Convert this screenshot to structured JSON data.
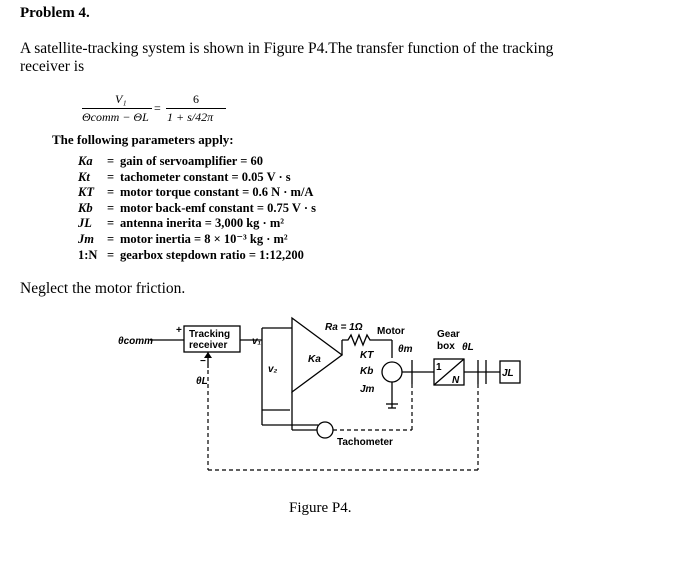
{
  "heading": "Problem 4.",
  "intro": {
    "line1": "A satellite-tracking system is shown in Figure P4.The transfer function of the tracking",
    "line2": "receiver is"
  },
  "transfer_function": {
    "num_left": "V₁",
    "den_left": "Θcomm − ΘL",
    "equals": "=",
    "num_right": "6",
    "den_right": "1 + s/42π"
  },
  "params_title": "The following parameters apply:",
  "params": [
    {
      "sym": "Ka",
      "desc": "gain of servoamplifier = 60"
    },
    {
      "sym": "Kt",
      "desc": "tachometer constant = 0.05 V · s"
    },
    {
      "sym": "KT",
      "desc": "motor torque constant = 0.6 N · m/A"
    },
    {
      "sym": "Kb",
      "desc": "motor back-emf constant = 0.75 V · s"
    },
    {
      "sym": "JL",
      "desc": "antenna inerita = 3,000 kg · m²"
    },
    {
      "sym": "Jm",
      "desc": "motor inertia = 8 × 10⁻³ kg · m²"
    },
    {
      "sym": "1:N",
      "desc": "gearbox stepdown ratio = 1:12,200"
    }
  ],
  "neglect": "Neglect the motor friction.",
  "diagram": {
    "theta_comm": "θcomm",
    "plus": "+",
    "minus": "−",
    "tracking": "Tracking",
    "receiver": "receiver",
    "v1": "v₁",
    "v2": "v₂",
    "theta_L_in": "θL",
    "ka": "Ka",
    "ra": "Ra = 1Ω",
    "motor": "Motor",
    "theta_m": "θm",
    "kt": "KT",
    "kb": "Kb",
    "jm": "Jm",
    "gear": "Gear",
    "box": "box",
    "theta_L_out": "θL",
    "gear_one": "1",
    "gear_n": "N",
    "jl": "JL",
    "tachometer": "Tachometer"
  },
  "caption": "Figure P4."
}
